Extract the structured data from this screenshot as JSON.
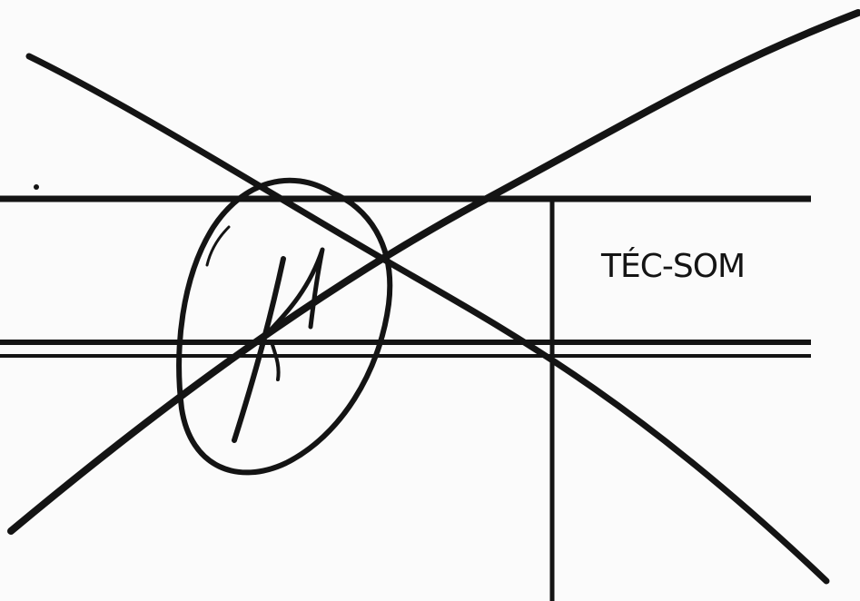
{
  "form": {
    "field_label": "TÉC-SOM"
  },
  "colors": {
    "ink": "#141414",
    "paper": "#fbfbfb"
  },
  "marks": {
    "cross_out": "x-strike-mark",
    "signature": "handwritten-initials-in-oval"
  }
}
